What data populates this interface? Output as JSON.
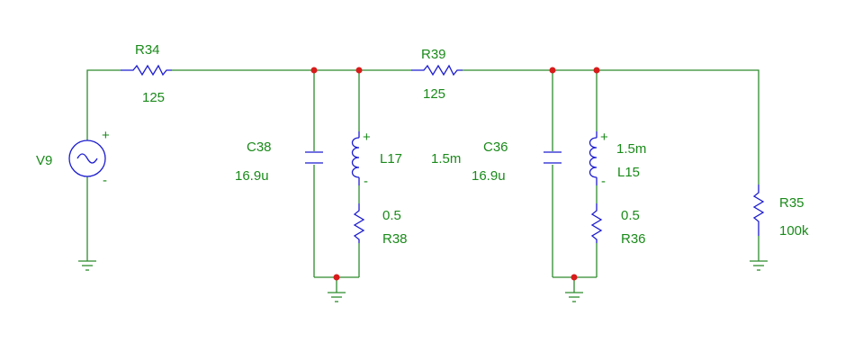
{
  "colors": {
    "wire": "#2e8b2e",
    "component": "#1c1ccf",
    "junction": "#d81b1b",
    "label": "#1a8a1a"
  },
  "components": {
    "V9": {
      "name": "V9"
    },
    "R34": {
      "name": "R34",
      "value": "125"
    },
    "R39": {
      "name": "R39",
      "value": "125"
    },
    "C38": {
      "name": "C38",
      "value": "16.9u"
    },
    "L17": {
      "name": "L17",
      "value": "1.5m"
    },
    "R38": {
      "name": "R38",
      "value": "0.5"
    },
    "C36": {
      "name": "C36",
      "value": "16.9u"
    },
    "L15": {
      "name": "L15",
      "value": "1.5m"
    },
    "R36": {
      "name": "R36",
      "value": "0.5"
    },
    "R35": {
      "name": "R35",
      "value": "100k"
    }
  },
  "polarity": {
    "plus": "+",
    "minus": "-"
  }
}
